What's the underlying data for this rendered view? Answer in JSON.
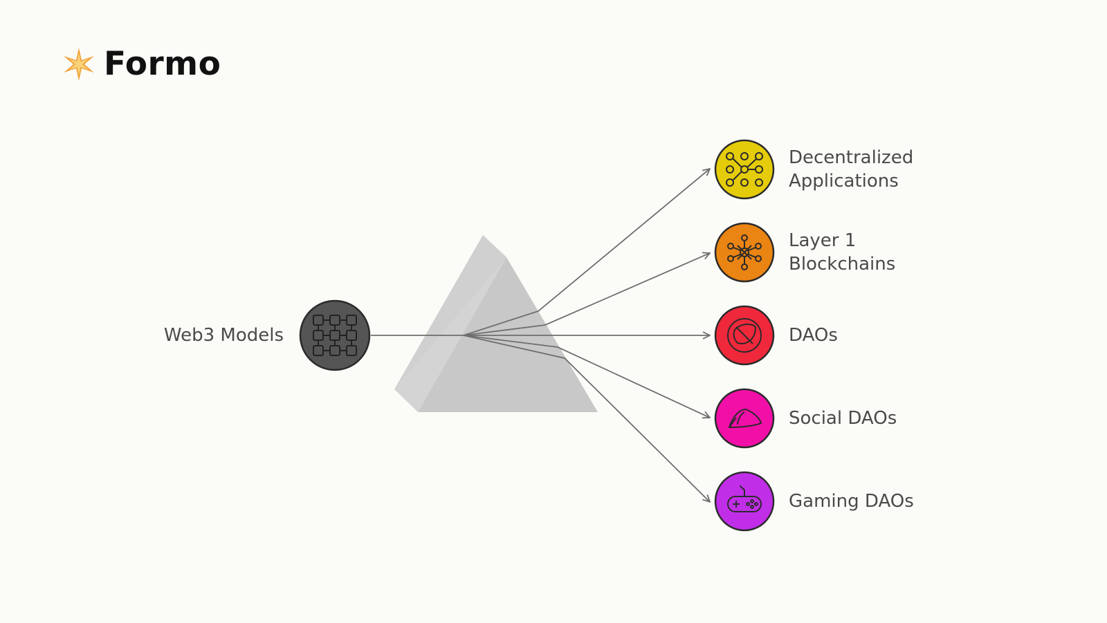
{
  "brand": {
    "name": "Formo",
    "star_color": "#f2a33a",
    "icon": "sparkle-star-icon"
  },
  "source": {
    "label": "Web3 Models",
    "color": "#555555",
    "icon": "grid-circuit-icon"
  },
  "prism": {
    "color": "#c8c8c8"
  },
  "targets": [
    {
      "line1": "Decentralized",
      "line2": "Applications",
      "color": "#e5cc0a",
      "icon": "network-nodes-icon"
    },
    {
      "line1": "Layer 1",
      "line2": "Blockchains",
      "color": "#ea8412",
      "icon": "hub-nodes-icon"
    },
    {
      "line1": "DAOs",
      "line2": "",
      "color": "#f0283c",
      "icon": "leaf-circle-icon"
    },
    {
      "line1": "Social DAOs",
      "line2": "",
      "color": "#f20fa8",
      "icon": "lips-icon"
    },
    {
      "line1": "Gaming DAOs",
      "line2": "",
      "color": "#c12ee8",
      "icon": "gamepad-icon"
    }
  ]
}
